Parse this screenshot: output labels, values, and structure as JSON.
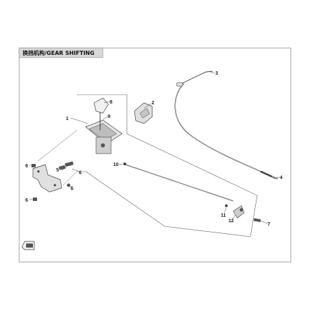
{
  "title": "换挡机构/GEAR SHIFTING",
  "callouts": [
    {
      "id": "1",
      "label": "1"
    },
    {
      "id": "2",
      "label": "2"
    },
    {
      "id": "3",
      "label": "3"
    },
    {
      "id": "4",
      "label": "4"
    },
    {
      "id": "5",
      "label": "5"
    },
    {
      "id": "6a",
      "label": "6"
    },
    {
      "id": "6b",
      "label": "6"
    },
    {
      "id": "6c",
      "label": "6"
    },
    {
      "id": "6d",
      "label": "6"
    },
    {
      "id": "7",
      "label": "7"
    },
    {
      "id": "8",
      "label": "8"
    },
    {
      "id": "9",
      "label": "9"
    },
    {
      "id": "10",
      "label": "10"
    },
    {
      "id": "11",
      "label": "11"
    },
    {
      "id": "12",
      "label": "12"
    }
  ],
  "colors": {
    "line": "#3a3a3a",
    "part_fill": "#d9d9d9",
    "dark_part": "#555555",
    "title_bg": "#d8d8d8"
  }
}
